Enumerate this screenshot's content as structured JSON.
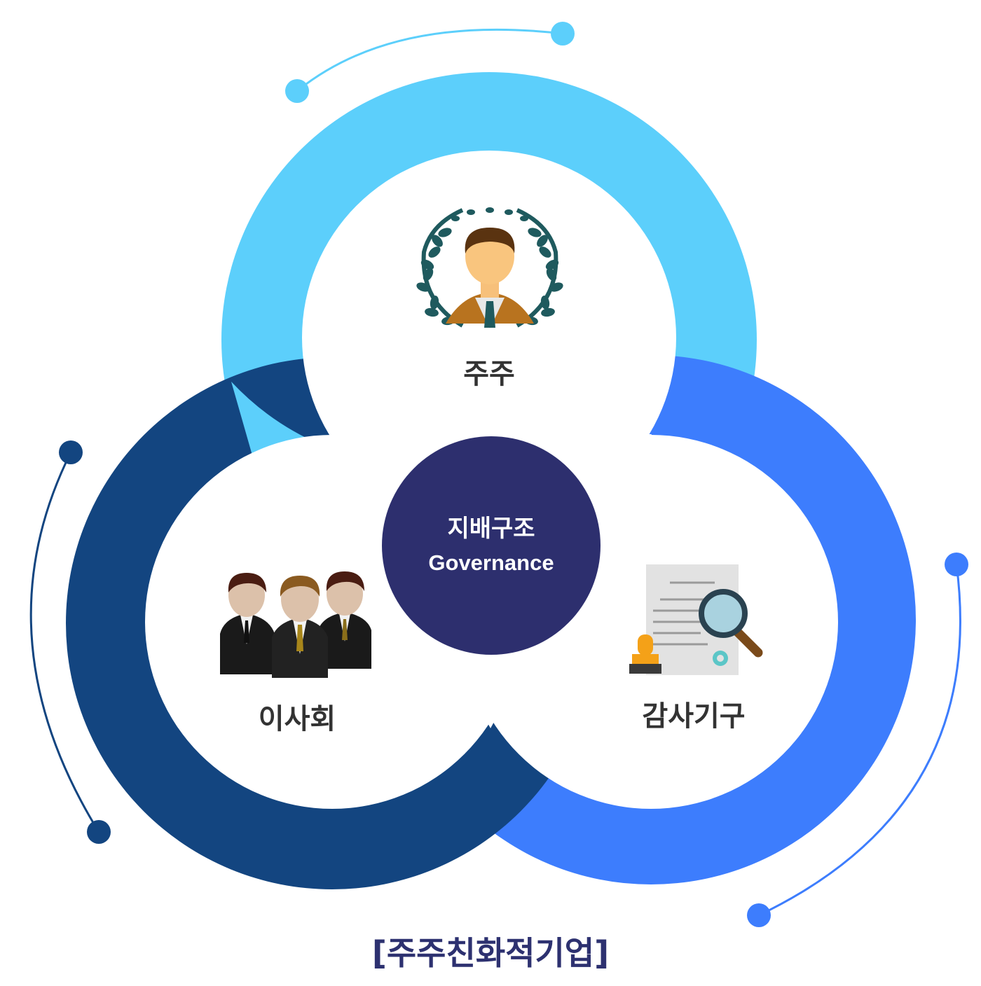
{
  "center": {
    "line1": "지배구조",
    "line2": "Governance"
  },
  "nodes": {
    "shareholders": {
      "label": "주주"
    },
    "board": {
      "label": "이사회"
    },
    "audit": {
      "label": "감사기구"
    }
  },
  "caption": "[주주친화적기업]",
  "colors": {
    "top_ring": "#5ccffb",
    "left_ring": "#134580",
    "right_ring": "#3d7dfd",
    "center": "#2d2f6e",
    "label": "#333333",
    "caption": "#2d3170"
  },
  "icons": {
    "shareholders": "laurel-person-icon",
    "board": "businessmen-group-icon",
    "audit": "document-magnifier-stamp-icon"
  }
}
